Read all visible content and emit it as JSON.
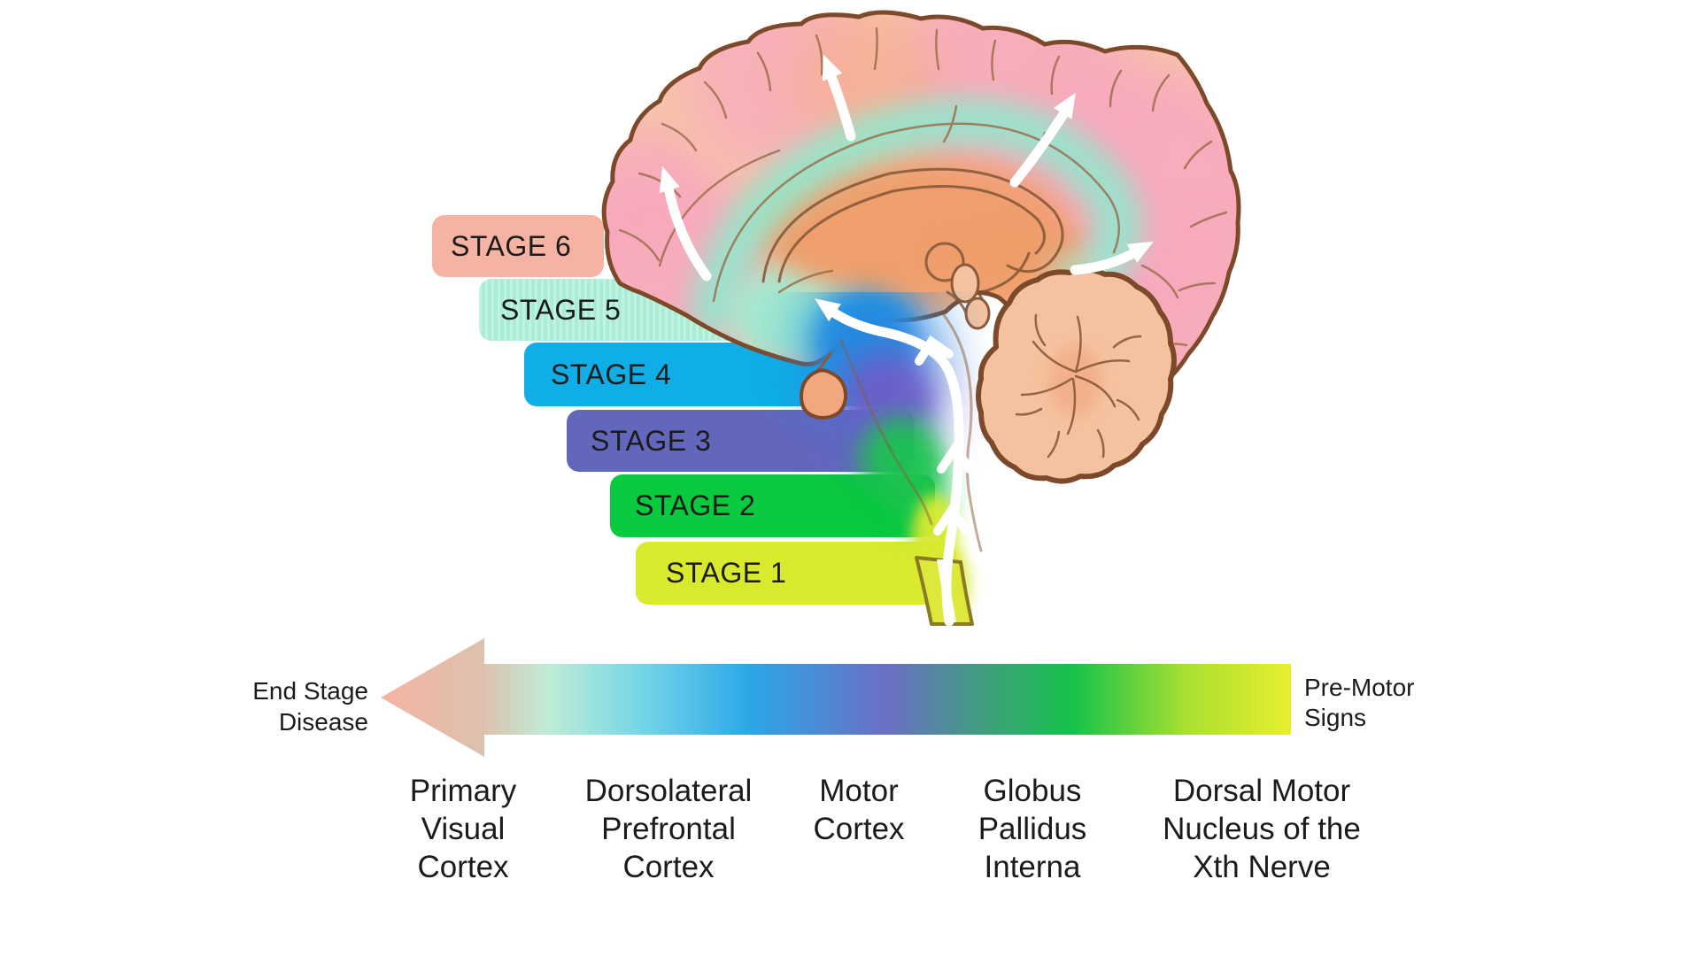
{
  "stages": [
    {
      "label": "STAGE 6",
      "color": "#F6B2A2"
    },
    {
      "label": "STAGE 5",
      "color": "#A9EED4"
    },
    {
      "label": "STAGE 4",
      "color": "#0FAEE6"
    },
    {
      "label": "STAGE 3",
      "color": "#6367BC"
    },
    {
      "label": "STAGE 2",
      "color": "#09C93E"
    },
    {
      "label": "STAGE 1",
      "color": "#D9EA2E"
    }
  ],
  "timeline": {
    "left_label": [
      "End Stage",
      "Disease"
    ],
    "right_label": [
      "Pre-Motor",
      "Signs"
    ],
    "gradient": [
      "#DCC2AE",
      "#BFECD7",
      "#72D4E8",
      "#2BA7E8",
      "#6B6FC4",
      "#3F9F7E",
      "#15C24A",
      "#A8E032",
      "#E9EE2F"
    ]
  },
  "regions": [
    {
      "lines": [
        "Primary",
        "Visual",
        "Cortex"
      ]
    },
    {
      "lines": [
        "Dorsolateral",
        "Prefrontal",
        "Cortex"
      ]
    },
    {
      "lines": [
        "Motor",
        "Cortex"
      ]
    },
    {
      "lines": [
        "Globus",
        "Pallidus",
        "Interna"
      ]
    },
    {
      "lines": [
        "Dorsal Motor",
        "Nucleus of the",
        "Xth Nerve"
      ]
    }
  ],
  "illustration": {
    "brain_outline_color": "#7C4A2B",
    "cortex_color": "#F7C6AA",
    "pink_glow": "#F8A9BE",
    "orange_interior": "#EF9E6B",
    "teal_glow": "#8FE9CF",
    "blue_glow": "#1F8FE3",
    "purple_glow": "#6C5EC9",
    "green_glow": "#1FC351",
    "yellow_glow": "#D9EA31",
    "progression_arrow_color": "#FFFFFF"
  }
}
